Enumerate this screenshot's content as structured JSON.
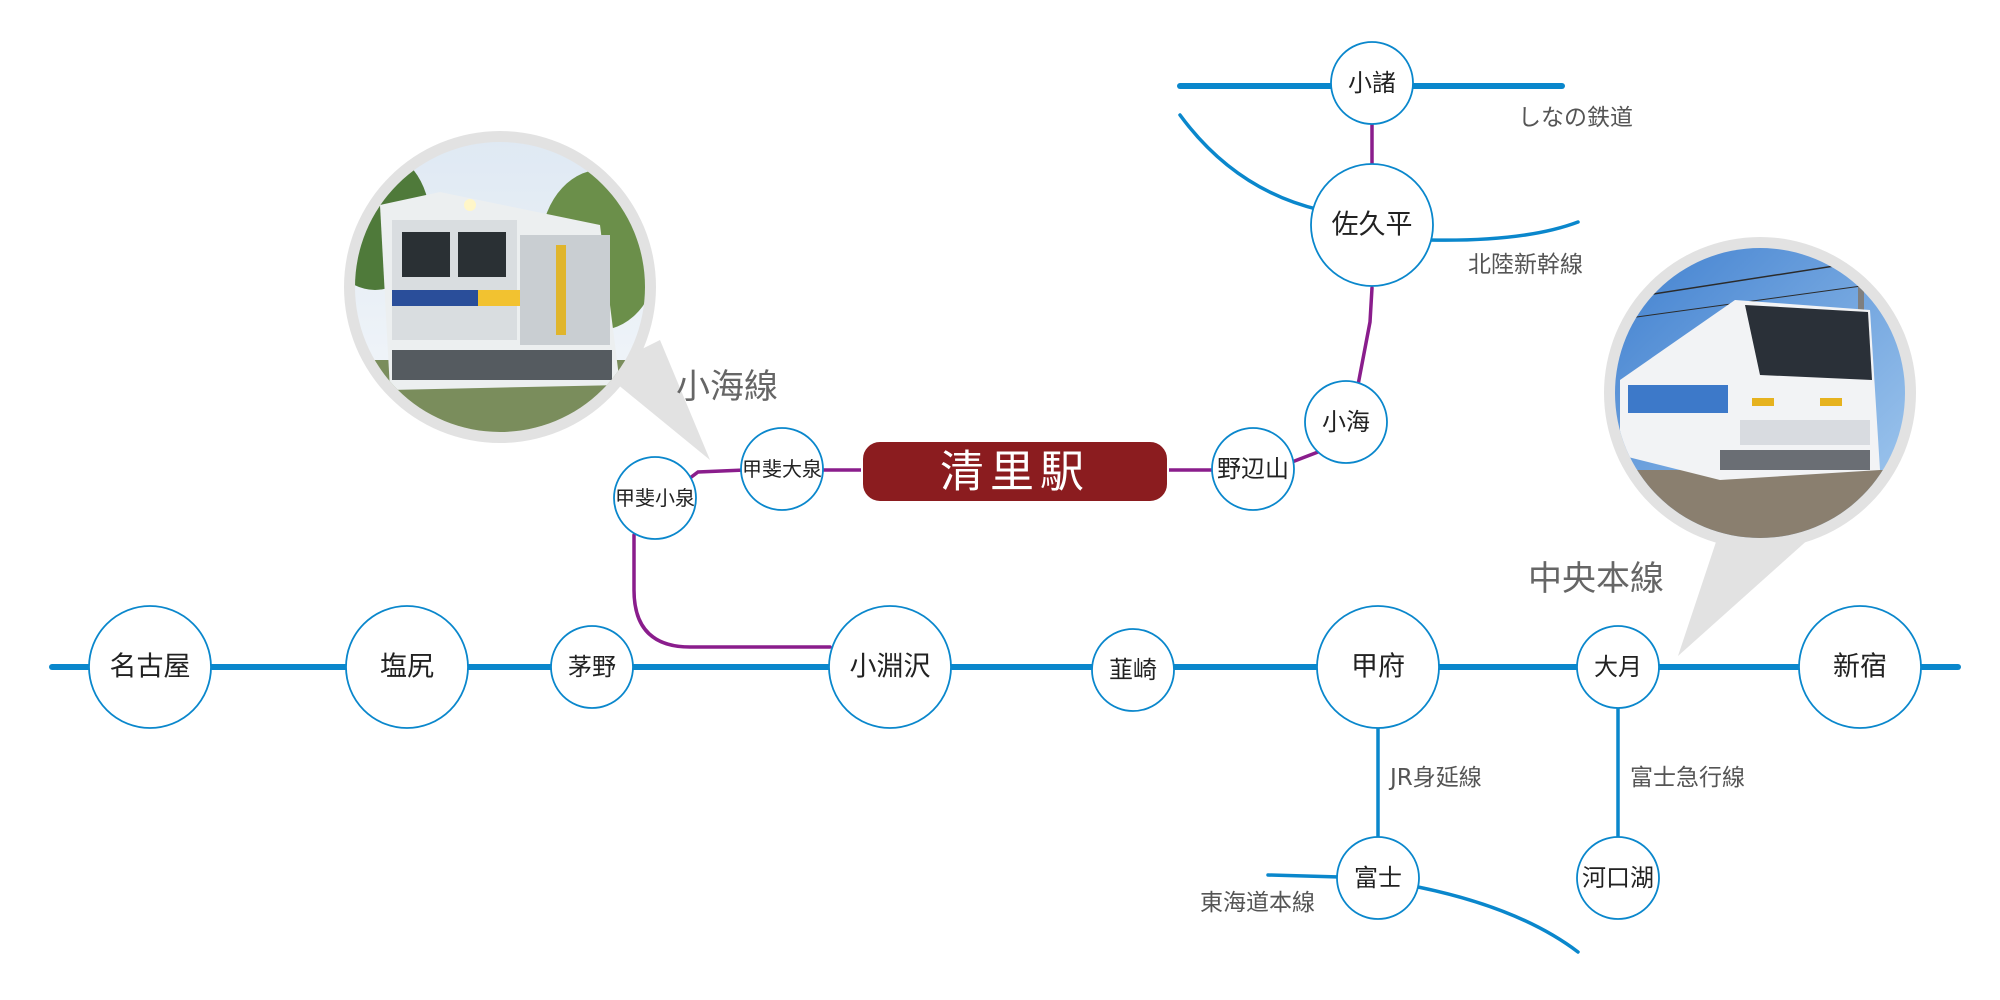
{
  "main_station": {
    "name": "清里駅"
  },
  "stations": {
    "nagoya": "名古屋",
    "shiojiri": "塩尻",
    "chino": "茅野",
    "kobuchizawa": "小淵沢",
    "nirasaki": "韮崎",
    "kofu": "甲府",
    "otsuki": "大月",
    "shinjuku": "新宿",
    "kai_koizumi": "甲斐小泉",
    "kai_oizumi": "甲斐大泉",
    "nobeyama": "野辺山",
    "koumi": "小海",
    "sakudaira": "佐久平",
    "komoro": "小諸",
    "fuji": "富士",
    "kawaguchiko": "河口湖"
  },
  "lines": {
    "shinano_railway": "しなの鉄道",
    "hokuriku_shinkansen": "北陸新幹線",
    "koumi_line": "小海線",
    "chuo_main_line": "中央本線",
    "jr_minobu_line": "JR身延線",
    "fujikyu_line": "富士急行線",
    "tokaido_main_line": "東海道本線"
  },
  "colors": {
    "blue_line": "#0a87cc",
    "purple_line": "#8a1d8c",
    "main_station": "#8b1c1f"
  },
  "icons": {
    "koumi_train_photo": "train-photo-kiha-e200",
    "chuo_train_photo": "train-photo-e257"
  }
}
